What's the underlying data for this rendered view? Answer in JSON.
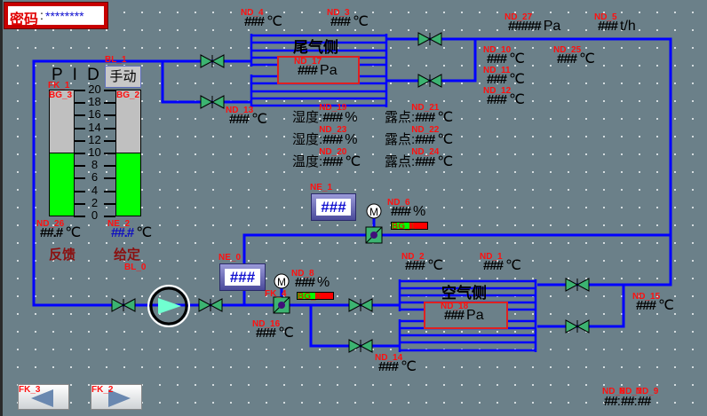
{
  "login": {
    "label": "密码",
    "sep": ":",
    "password": "********"
  },
  "pid": {
    "title": "P I D",
    "mode_button": "手动",
    "mode_tag": "BL_1",
    "fk_tag": "FK_1",
    "left_bar_tag": "BG_3",
    "right_bar_tag": "BG_2",
    "scale": [
      "20",
      "18",
      "16",
      "14",
      "12",
      "10",
      "8",
      "6",
      "4",
      "2",
      "0"
    ],
    "left_level": 10,
    "right_level": 10,
    "scale_max": 20,
    "feedback": {
      "tag": "ND_26",
      "value": "##.#",
      "unit": "℃",
      "label": "反馈"
    },
    "setpoint": {
      "tag": "NE_2",
      "value": "##.#",
      "unit": "℃",
      "label": "给定"
    },
    "bl0_tag": "BL_0"
  },
  "exhaust_side": {
    "title": "尾气侧",
    "pressure": {
      "tag": "ND_17",
      "value": "###",
      "unit": "Pa"
    },
    "t_in_top": {
      "tag": "ND_4",
      "value": "###",
      "unit": "℃"
    },
    "t_out_top": {
      "tag": "ND_3",
      "value": "###",
      "unit": "℃"
    },
    "t_bottom": {
      "tag": "ND_13",
      "value": "###",
      "unit": "℃"
    }
  },
  "top_right": {
    "pressure": {
      "tag": "ND_27",
      "value": "#####",
      "unit": "Pa"
    },
    "flow": {
      "tag": "ND_5",
      "value": "###",
      "unit": "t/h"
    },
    "temps": [
      {
        "tag": "ND_10",
        "value": "###",
        "unit": "℃"
      },
      {
        "tag": "ND_25",
        "value": "###",
        "unit": "℃"
      },
      {
        "tag": "ND_11",
        "value": "###",
        "unit": "℃"
      },
      {
        "tag": "ND_12",
        "value": "###",
        "unit": "℃"
      }
    ]
  },
  "humidity": [
    {
      "l1": "湿度",
      "tag1": "ND_19",
      "v1": "###",
      "u1": "%",
      "l2": "露点",
      "tag2": "ND_21",
      "v2": "###",
      "u2": "℃"
    },
    {
      "l1": "湿度",
      "tag1": "ND_23",
      "v1": "###",
      "u1": "%",
      "l2": "露点",
      "tag2": "ND_22",
      "v2": "###",
      "u2": "℃"
    },
    {
      "l1": "温度",
      "tag1": "ND_20",
      "v1": "###",
      "u1": "℃",
      "l2": "露点",
      "tag2": "ND_24",
      "v2": "###",
      "u2": "℃"
    }
  ],
  "damper1": {
    "input_tag": "NE_1",
    "input_value": "###",
    "motor": "M",
    "tag": "ND_6",
    "value": "###",
    "unit": "%",
    "bar_tag": "BG_1",
    "level": 50
  },
  "damper0": {
    "input_tag": "NE_0",
    "input_value": "###",
    "motor": "M",
    "fk_tag": "FK_4",
    "tag": "ND_8",
    "value": "###",
    "unit": "%",
    "bar_tag": "BG_0",
    "level": 50
  },
  "air_side": {
    "title": "空气侧",
    "pressure": {
      "tag": "ND_18",
      "value": "###",
      "unit": "Pa"
    },
    "t_top1": {
      "tag": "ND_2",
      "value": "###",
      "unit": "℃"
    },
    "t_top2": {
      "tag": "ND_1",
      "value": "###",
      "unit": "℃"
    },
    "t_bottom": {
      "tag": "ND_14",
      "value": "###",
      "unit": "℃"
    },
    "t_right": {
      "tag": "ND_15",
      "value": "###",
      "unit": "℃"
    },
    "t_inlet": {
      "tag": "ND_16",
      "value": "###",
      "unit": "℃"
    }
  },
  "nav": {
    "prev_tag": "FK_3",
    "next_tag": "FK_2",
    "prev_icon": "arrow-left-icon",
    "next_icon": "arrow-right-icon"
  },
  "clock": {
    "h_tag": "ND_8",
    "h": "##",
    "m_tag": "ND_7",
    "m": "##",
    "s_tag": "ND_9",
    "s": "##",
    "sep": ":"
  },
  "colors": {
    "pipe": "#0000ff",
    "valve": "#3cb371",
    "hx_box": "#e02020",
    "bar_fill": "#00ff00",
    "tag": "#ff1010"
  }
}
